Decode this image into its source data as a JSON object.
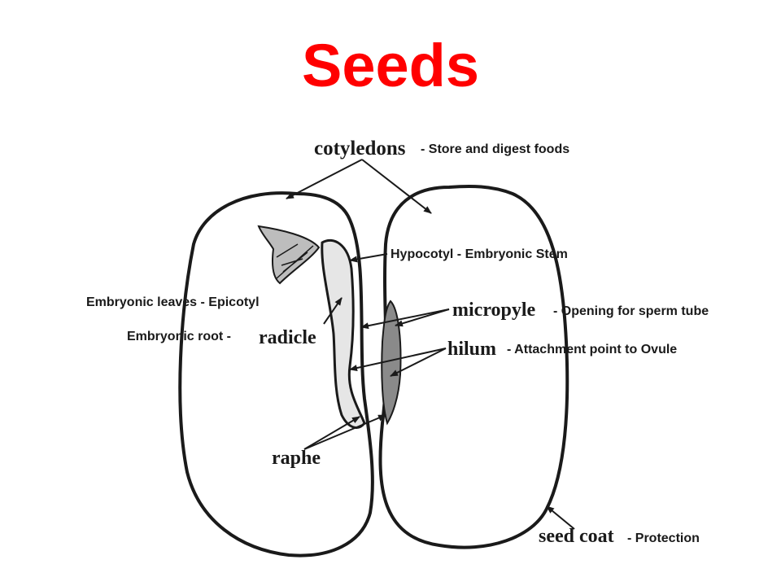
{
  "title": "Seeds",
  "colors": {
    "title": "#ff0000",
    "ink": "#1a1a1a"
  },
  "diagram": {
    "labels": {
      "cotyledons": "cotyledons",
      "micropyle": "micropyle",
      "hilum": "hilum",
      "radicle": "radicle",
      "raphe": "raphe",
      "seed_coat": "seed coat"
    },
    "annotations": {
      "cotyledons_fn": "- Store and digest foods",
      "hypocotyl": "Hypocotyl - Embryonic Stem",
      "epicotyl": "Embryonic leaves - Epicotyl",
      "micropyle_fn": "- Opening for sperm tube",
      "radicle_fn": "Embryonic root -",
      "hilum_fn": "- Attachment point to Ovule",
      "seed_coat_fn": "- Protection"
    }
  }
}
